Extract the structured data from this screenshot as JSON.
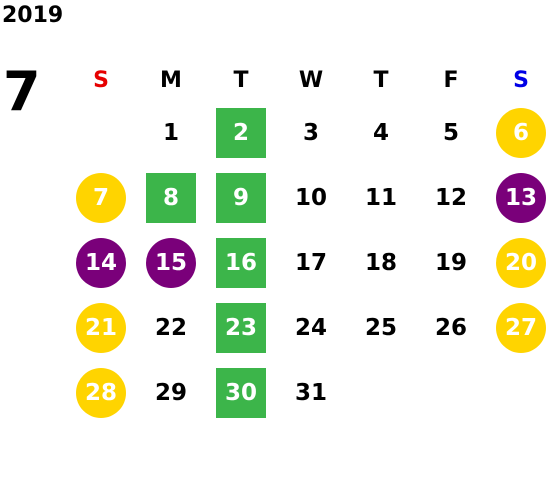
{
  "calendar": {
    "year": "2019",
    "month": "7",
    "weekdays": [
      {
        "label": "S",
        "color": "#E60000"
      },
      {
        "label": "M",
        "color": "#000000"
      },
      {
        "label": "T",
        "color": "#000000"
      },
      {
        "label": "W",
        "color": "#000000"
      },
      {
        "label": "T",
        "color": "#000000"
      },
      {
        "label": "F",
        "color": "#000000"
      },
      {
        "label": "S",
        "color": "#0000E6"
      }
    ],
    "legend_colors": {
      "circle_yellow": "#FFD400",
      "circle_purple": "#7A007A",
      "square_green": "#3CB54A"
    },
    "weeks": [
      [
        {
          "day": "",
          "mark": "none"
        },
        {
          "day": "1",
          "mark": "none"
        },
        {
          "day": "2",
          "mark": "square-green"
        },
        {
          "day": "3",
          "mark": "none"
        },
        {
          "day": "4",
          "mark": "none"
        },
        {
          "day": "5",
          "mark": "none"
        },
        {
          "day": "6",
          "mark": "circle-yellow"
        }
      ],
      [
        {
          "day": "7",
          "mark": "circle-yellow"
        },
        {
          "day": "8",
          "mark": "square-green"
        },
        {
          "day": "9",
          "mark": "square-green"
        },
        {
          "day": "10",
          "mark": "none"
        },
        {
          "day": "11",
          "mark": "none"
        },
        {
          "day": "12",
          "mark": "none"
        },
        {
          "day": "13",
          "mark": "circle-purple"
        }
      ],
      [
        {
          "day": "14",
          "mark": "circle-purple"
        },
        {
          "day": "15",
          "mark": "circle-purple"
        },
        {
          "day": "16",
          "mark": "square-green"
        },
        {
          "day": "17",
          "mark": "none"
        },
        {
          "day": "18",
          "mark": "none"
        },
        {
          "day": "19",
          "mark": "none"
        },
        {
          "day": "20",
          "mark": "circle-yellow"
        }
      ],
      [
        {
          "day": "21",
          "mark": "circle-yellow"
        },
        {
          "day": "22",
          "mark": "none"
        },
        {
          "day": "23",
          "mark": "square-green"
        },
        {
          "day": "24",
          "mark": "none"
        },
        {
          "day": "25",
          "mark": "none"
        },
        {
          "day": "26",
          "mark": "none"
        },
        {
          "day": "27",
          "mark": "circle-yellow"
        }
      ],
      [
        {
          "day": "28",
          "mark": "circle-yellow"
        },
        {
          "day": "29",
          "mark": "none"
        },
        {
          "day": "30",
          "mark": "square-green"
        },
        {
          "day": "31",
          "mark": "none"
        },
        {
          "day": "",
          "mark": "none"
        },
        {
          "day": "",
          "mark": "none"
        },
        {
          "day": "",
          "mark": "none"
        }
      ]
    ]
  }
}
